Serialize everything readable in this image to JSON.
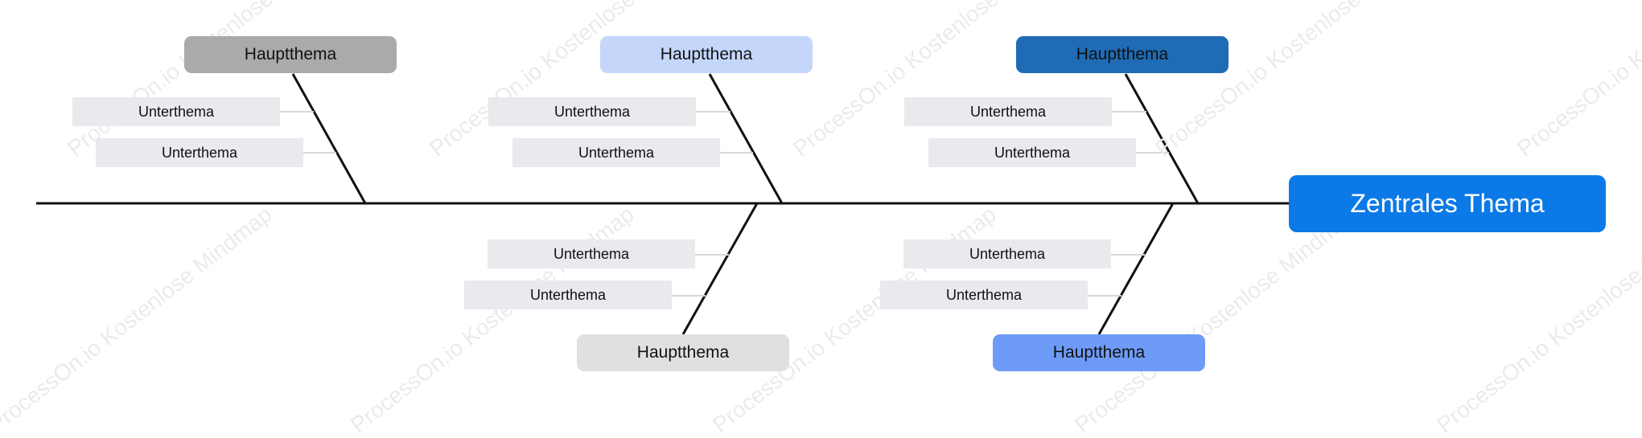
{
  "central_topic": {
    "label": "Zentrales Thema",
    "color": "#0b7ae8"
  },
  "main_topics": [
    {
      "label": "Hauptthema",
      "color": "#aaaaaa",
      "subtopics": [
        "Unterthema",
        "Unterthema"
      ]
    },
    {
      "label": "Hauptthema",
      "color": "#c5d6fb",
      "subtopics": [
        "Unterthema",
        "Unterthema"
      ]
    },
    {
      "label": "Hauptthema",
      "color": "#1f6bb5",
      "subtopics": [
        "Unterthema",
        "Unterthema"
      ]
    },
    {
      "label": "Hauptthema",
      "color": "#e0e0e0",
      "subtopics": [
        "Unterthema",
        "Unterthema"
      ]
    },
    {
      "label": "Hauptthema",
      "color": "#6e9bf7",
      "subtopics": [
        "Unterthema",
        "Unterthema"
      ]
    }
  ],
  "watermarks": [
    "ProcessOn.io Kostenlose Mindmap"
  ]
}
